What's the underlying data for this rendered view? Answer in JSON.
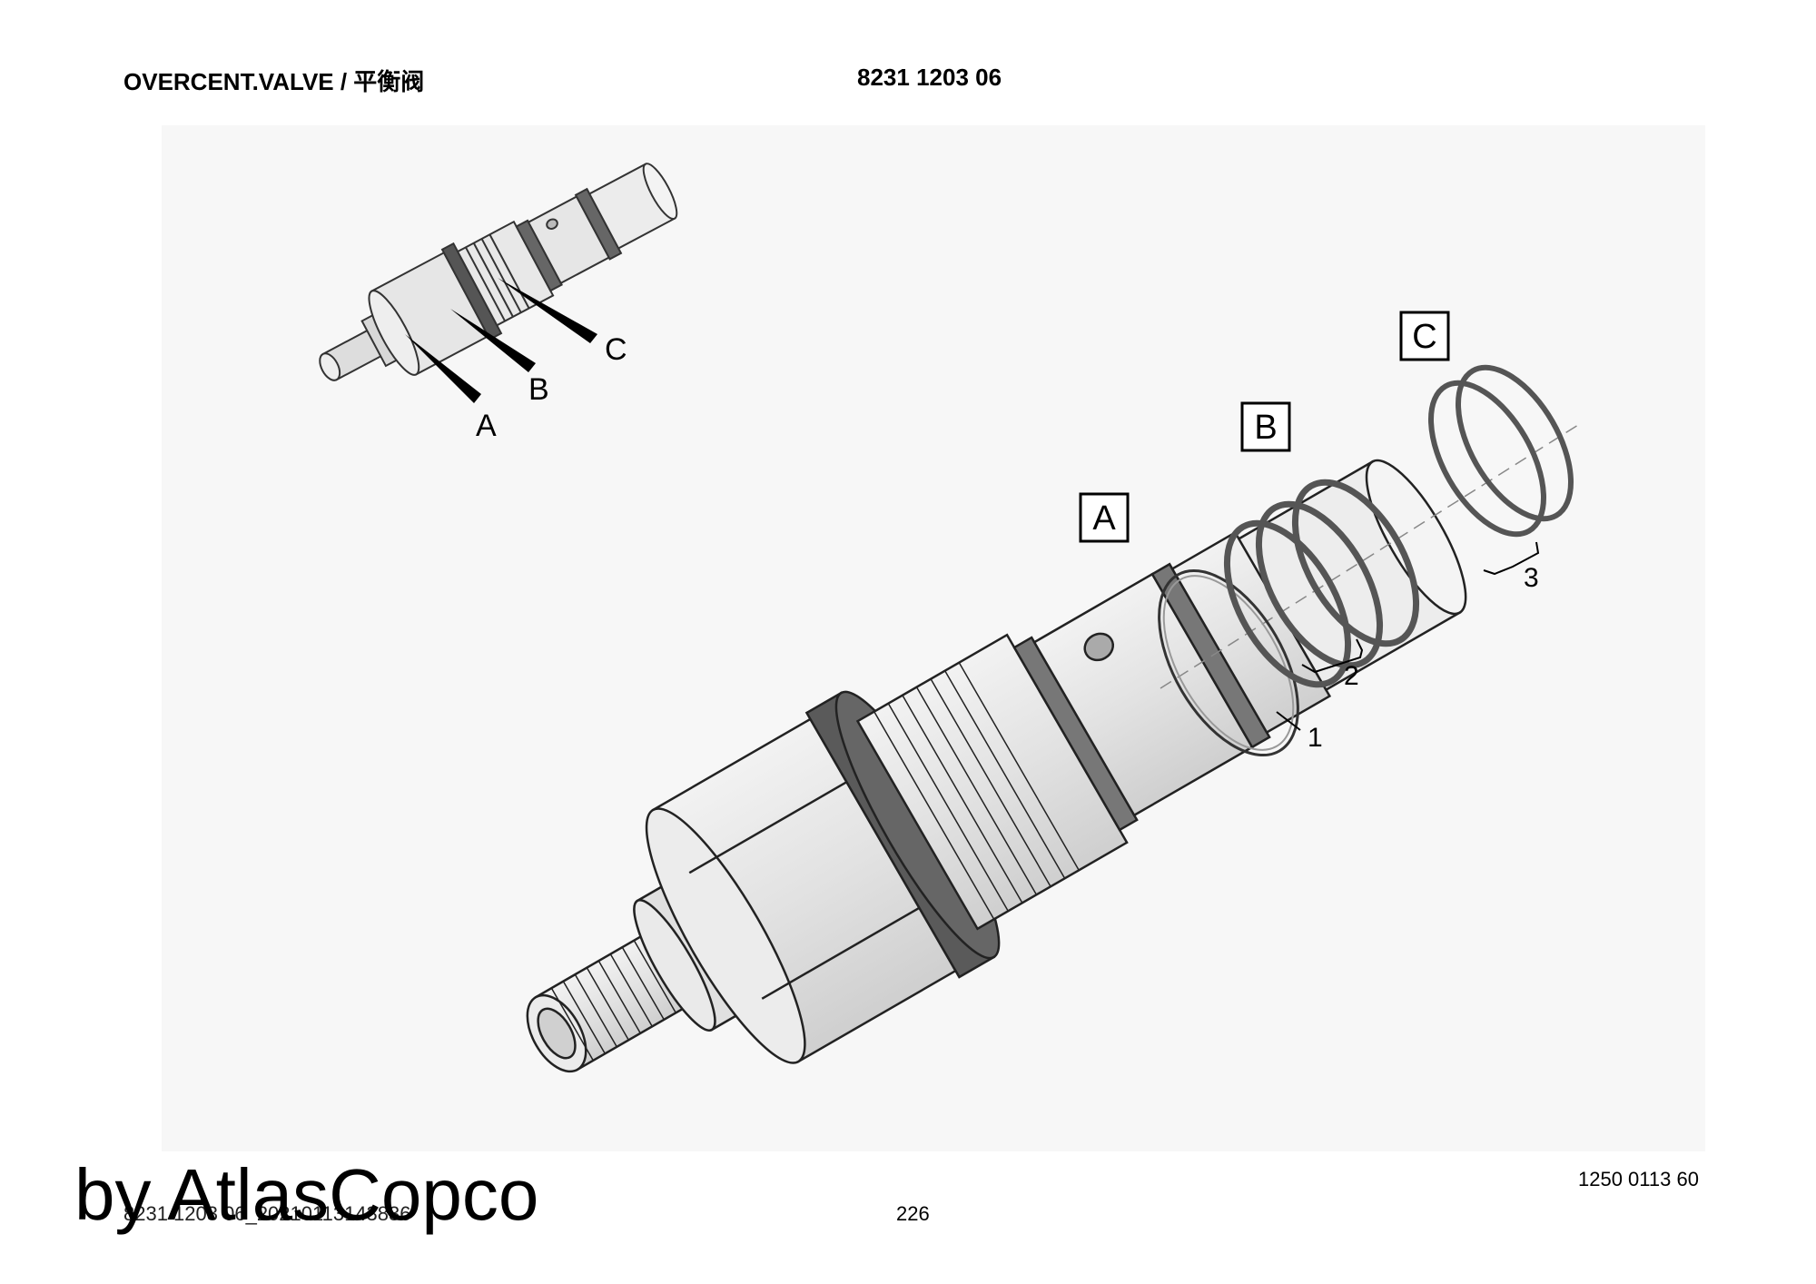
{
  "header": {
    "title": "OVERCENT.VALVE / 平衡阀",
    "part_number": "8231 1203 06"
  },
  "drawing": {
    "detail_labels": [
      "A",
      "B",
      "C"
    ],
    "section_boxes": [
      "A",
      "B",
      "C"
    ],
    "item_numbers": [
      "1",
      "2",
      "3"
    ]
  },
  "footer": {
    "drawing_number": "1250 0113 60",
    "page_number": "226",
    "file_reference": "8231 1203 06_20210113143836"
  },
  "watermark": "by AtlasCopco"
}
